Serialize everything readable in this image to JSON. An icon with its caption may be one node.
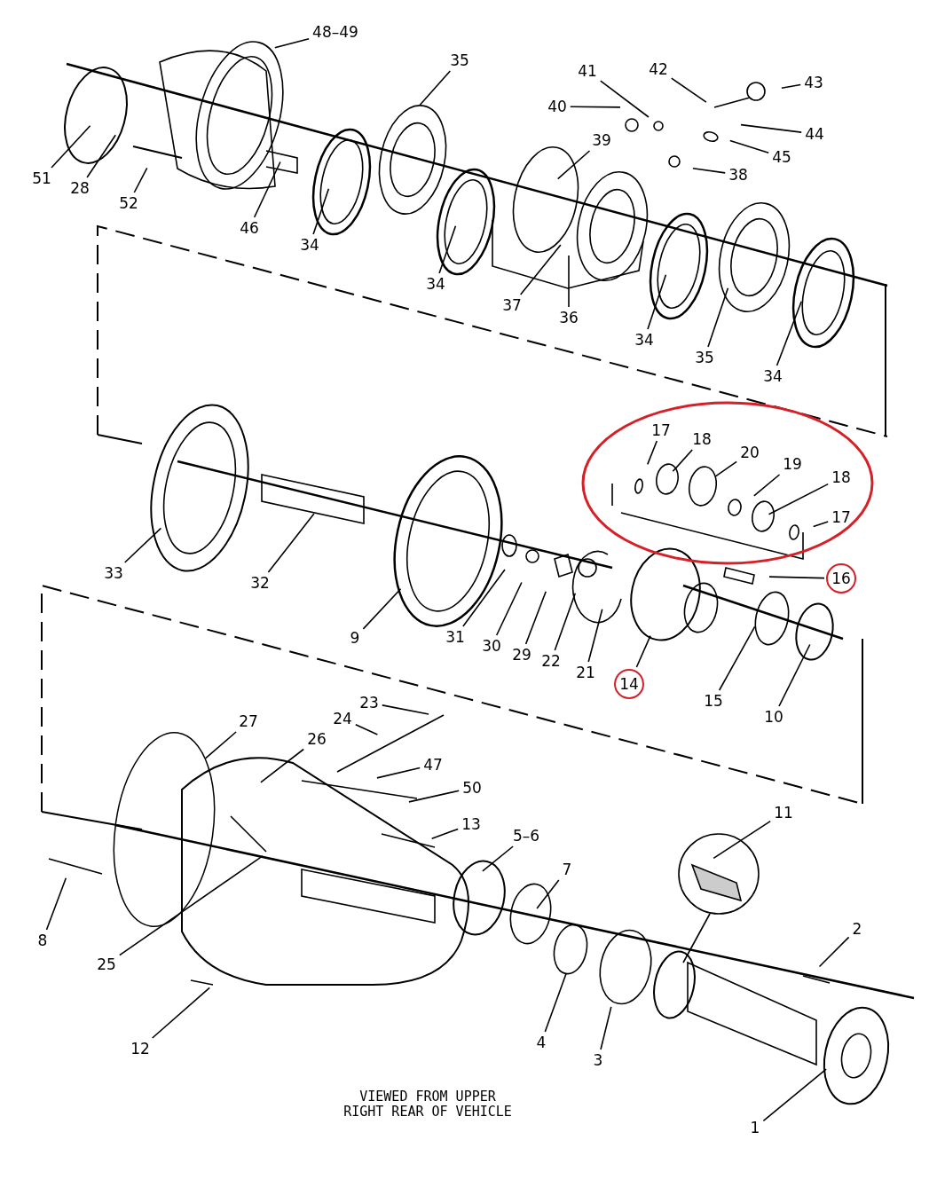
{
  "diagram": {
    "caption": "VIEWED FROM UPPER RIGHT REAR OF VEHICLE",
    "nodes": [
      {
        "text": [
          "48–49"
        ]
      },
      {
        "text": [
          "35"
        ]
      },
      {
        "text": [
          "41"
        ]
      },
      {
        "text": [
          "42"
        ]
      },
      {
        "text": [
          "43"
        ]
      },
      {
        "text": [
          "40"
        ]
      },
      {
        "text": [
          "44"
        ]
      },
      {
        "text": [
          "39"
        ]
      },
      {
        "text": [
          "45"
        ]
      },
      {
        "text": [
          "51"
        ]
      },
      {
        "text": [
          "28"
        ]
      },
      {
        "text": [
          "38"
        ]
      },
      {
        "text": [
          "52"
        ]
      },
      {
        "text": [
          "46"
        ]
      },
      {
        "text": [
          "34"
        ]
      },
      {
        "text": [
          "34"
        ]
      },
      {
        "text": [
          "37"
        ]
      },
      {
        "text": [
          "36"
        ]
      },
      {
        "text": [
          "34"
        ]
      },
      {
        "text": [
          "35"
        ]
      },
      {
        "text": [
          "34"
        ]
      },
      {
        "text": [],
        "shape": "ellipse"
      },
      {
        "text": [
          "17"
        ],
        "in": 21
      },
      {
        "text": [
          "18"
        ],
        "in": 21
      },
      {
        "text": [
          "20"
        ],
        "in": 21
      },
      {
        "text": [
          "19"
        ],
        "in": 21
      },
      {
        "text": [
          "18"
        ],
        "in": 21
      },
      {
        "text": [
          "17"
        ],
        "in": 21
      },
      {
        "text": [
          "16"
        ]
      },
      {
        "text": [
          "33"
        ]
      },
      {
        "text": [
          "32"
        ]
      },
      {
        "text": [
          "9"
        ]
      },
      {
        "text": [
          "31"
        ]
      },
      {
        "text": [
          "30"
        ]
      },
      {
        "text": [
          "29"
        ]
      },
      {
        "text": [
          "22"
        ]
      },
      {
        "text": [
          "21"
        ]
      },
      {
        "text": [
          "14"
        ]
      },
      {
        "text": [
          "15"
        ]
      },
      {
        "text": [
          "10"
        ]
      },
      {
        "text": [
          "23"
        ]
      },
      {
        "text": [
          "27"
        ]
      },
      {
        "text": [
          "24"
        ]
      },
      {
        "text": [
          "26"
        ]
      },
      {
        "text": [
          "47"
        ]
      },
      {
        "text": [
          "50"
        ]
      },
      {
        "text": [
          "11"
        ]
      },
      {
        "text": [
          "13"
        ]
      },
      {
        "text": [
          "5–6"
        ]
      },
      {
        "text": [
          "7"
        ]
      },
      {
        "text": [
          "2"
        ]
      },
      {
        "text": [
          "8"
        ]
      },
      {
        "text": [
          "25"
        ]
      },
      {
        "text": [
          "4"
        ]
      },
      {
        "text": [
          "3"
        ]
      },
      {
        "text": [
          "12"
        ]
      },
      {
        "text": [
          "1"
        ]
      }
    ],
    "edges": [
      {
        "from": 0,
        "to": null,
        "arrow": "none"
      },
      {
        "from": 1,
        "to": null,
        "arrow": "none"
      },
      {
        "from": 2,
        "to": null,
        "arrow": "none"
      },
      {
        "from": 3,
        "to": null,
        "arrow": "none"
      },
      {
        "from": 4,
        "to": null,
        "arrow": "none"
      },
      {
        "from": 5,
        "to": null,
        "arrow": "none"
      },
      {
        "from": 6,
        "to": null,
        "arrow": "none"
      },
      {
        "from": 7,
        "to": null,
        "arrow": "none"
      },
      {
        "from": 8,
        "to": null,
        "arrow": "none"
      },
      {
        "from": 9,
        "to": null,
        "arrow": "none"
      },
      {
        "from": 10,
        "to": null,
        "arrow": "none"
      },
      {
        "from": 11,
        "to": null,
        "arrow": "none"
      },
      {
        "from": 12,
        "to": null,
        "arrow": "none"
      },
      {
        "from": 13,
        "to": null,
        "arrow": "none"
      },
      {
        "from": 14,
        "to": null,
        "arrow": "none"
      },
      {
        "from": 15,
        "to": null,
        "arrow": "none"
      },
      {
        "from": 16,
        "to": null,
        "arrow": "none"
      },
      {
        "from": 17,
        "to": null,
        "arrow": "none"
      },
      {
        "from": 18,
        "to": null,
        "arrow": "none"
      },
      {
        "from": 19,
        "to": null,
        "arrow": "none"
      },
      {
        "from": 20,
        "to": null,
        "arrow": "none"
      },
      {
        "from": 22,
        "to": null,
        "arrow": "none"
      },
      {
        "from": 23,
        "to": null,
        "arrow": "none"
      },
      {
        "from": 24,
        "to": null,
        "arrow": "none"
      },
      {
        "from": 25,
        "to": null,
        "arrow": "none"
      },
      {
        "from": 26,
        "to": null,
        "arrow": "none"
      },
      {
        "from": 27,
        "to": null,
        "arrow": "none"
      },
      {
        "from": 28,
        "to": null,
        "arrow": "none"
      },
      {
        "from": 29,
        "to": null,
        "arrow": "none"
      },
      {
        "from": 30,
        "to": null,
        "arrow": "none"
      },
      {
        "from": 31,
        "to": null,
        "arrow": "none"
      },
      {
        "from": 32,
        "to": null,
        "arrow": "none"
      },
      {
        "from": 33,
        "to": null,
        "arrow": "none"
      },
      {
        "from": 34,
        "to": null,
        "arrow": "none"
      },
      {
        "from": 35,
        "to": null,
        "arrow": "none"
      },
      {
        "from": 36,
        "to": null,
        "arrow": "none"
      },
      {
        "from": 37,
        "to": null,
        "arrow": "none"
      },
      {
        "from": 38,
        "to": null,
        "arrow": "none"
      },
      {
        "from": 39,
        "to": null,
        "arrow": "none"
      },
      {
        "from": 40,
        "to": null,
        "arrow": "none"
      },
      {
        "from": 41,
        "to": null,
        "arrow": "none"
      },
      {
        "from": 42,
        "to": null,
        "arrow": "none"
      },
      {
        "from": 43,
        "to": null,
        "arrow": "none"
      },
      {
        "from": 44,
        "to": null,
        "arrow": "none"
      },
      {
        "from": 45,
        "to": null,
        "arrow": "none"
      },
      {
        "from": 46,
        "to": null,
        "arrow": "none"
      },
      {
        "from": 47,
        "to": null,
        "arrow": "none"
      },
      {
        "from": 48,
        "to": null,
        "arrow": "none"
      },
      {
        "from": 49,
        "to": null,
        "arrow": "none"
      },
      {
        "from": 50,
        "to": null,
        "arrow": "none"
      },
      {
        "from": 51,
        "to": null,
        "arrow": "none"
      },
      {
        "from": 52,
        "to": null,
        "arrow": "none"
      },
      {
        "from": 53,
        "to": null,
        "arrow": "none"
      },
      {
        "from": 54,
        "to": null,
        "arrow": "none"
      },
      {
        "from": 55,
        "to": null,
        "arrow": "none"
      },
      {
        "from": 56,
        "to": null,
        "arrow": "none"
      }
    ]
  }
}
